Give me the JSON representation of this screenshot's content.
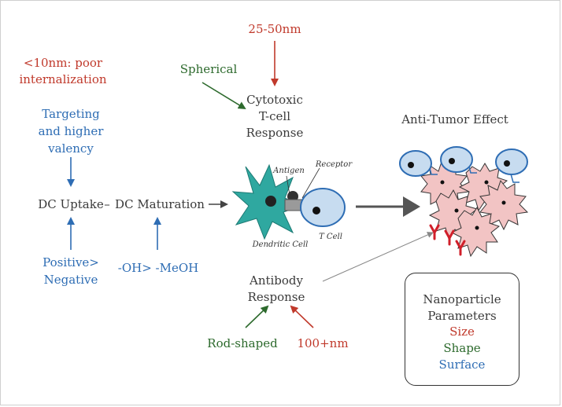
{
  "labels": {
    "size_small": "<10nm: poor internalization",
    "size_small_l1": "<10nm: poor",
    "size_small_l2": "internalization",
    "targeting_l1": "Targeting",
    "targeting_l2": "and higher",
    "targeting_l3": "valency",
    "dc_uptake": "DC Uptake",
    "dash": "–",
    "dc_maturation": "DC Maturation",
    "positive_l1": "Positive>",
    "positive_l2": "Negative",
    "oh": "-OH> -MeOH",
    "spherical": "Spherical",
    "size_mid": "25-50nm",
    "cytotoxic_l1": "Cytotoxic",
    "cytotoxic_l2": "T-cell",
    "cytotoxic_l3": "Response",
    "antigen": "Antigen",
    "receptor": "Receptor",
    "dendritic_cell": "Dendritic Cell",
    "t_cell": "T Cell",
    "antibody_l1": "Antibody",
    "antibody_l2": "Response",
    "rod_shaped": "Rod-shaped",
    "size_large": "100+nm",
    "anti_tumor": "Anti-Tumor Effect"
  },
  "legend": {
    "title_l1": "Nanoparticle",
    "title_l2": "Parameters",
    "size": "Size",
    "shape": "Shape",
    "surface": "Surface"
  },
  "colors": {
    "size": "#c0392b",
    "shape": "#2d6a2d",
    "surface": "#2e6db4",
    "dendritic_cell": "#2fa8a0",
    "tumor_cell": "#f2c4c4",
    "t_cell": "#c7dcf0",
    "antibody": "#d01f2a"
  }
}
